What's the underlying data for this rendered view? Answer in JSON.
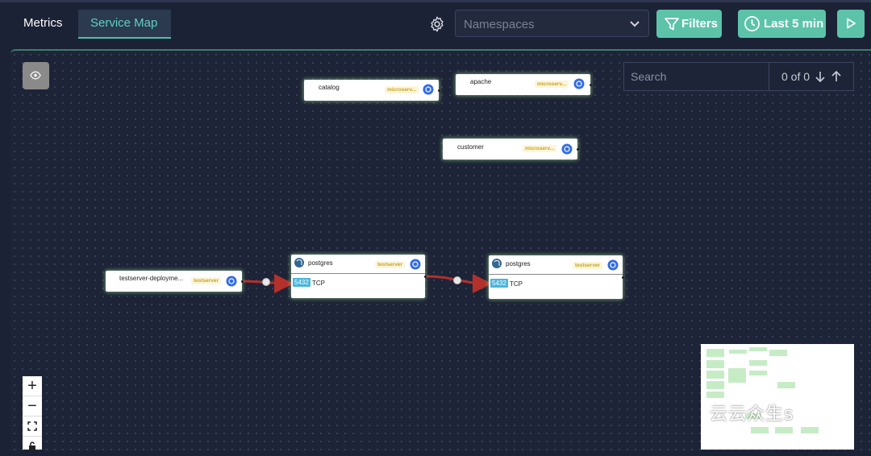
{
  "header": {
    "tabs": [
      {
        "label": "Metrics"
      },
      {
        "label": "Service Map"
      }
    ],
    "namespace_placeholder": "Namespaces",
    "filters_label": "Filters",
    "time_label": "Last 5 min"
  },
  "search": {
    "placeholder": "Search",
    "count": "0 of 0"
  },
  "nodes": {
    "catalog": {
      "name": "catalog",
      "badge": "microserv..."
    },
    "apache": {
      "name": "apache",
      "badge": "microserv..."
    },
    "customer": {
      "name": "customer",
      "badge": "microserv..."
    },
    "testserver": {
      "name": "testserver-deployme...",
      "badge": "testserver"
    },
    "pg1": {
      "name": "postgres",
      "badge": "testserver",
      "port": "5432",
      "protocol": "TCP"
    },
    "pg2": {
      "name": "postgres",
      "badge": "testserver",
      "port": "5432",
      "protocol": "TCP"
    }
  },
  "zoom": {
    "in": "+",
    "out": "−"
  },
  "watermark": "云云众生s",
  "colors": {
    "accent": "#5cc3a9",
    "edge": "#b4302b",
    "canvas": "#1e2437"
  },
  "icons": [
    "gear-icon",
    "chevron-down-icon",
    "filter-icon",
    "clock-icon",
    "play-icon",
    "eye-icon",
    "arrow-down-icon",
    "arrow-up-icon",
    "kubernetes-icon",
    "postgres-icon",
    "fit-view-icon",
    "lock-icon"
  ]
}
